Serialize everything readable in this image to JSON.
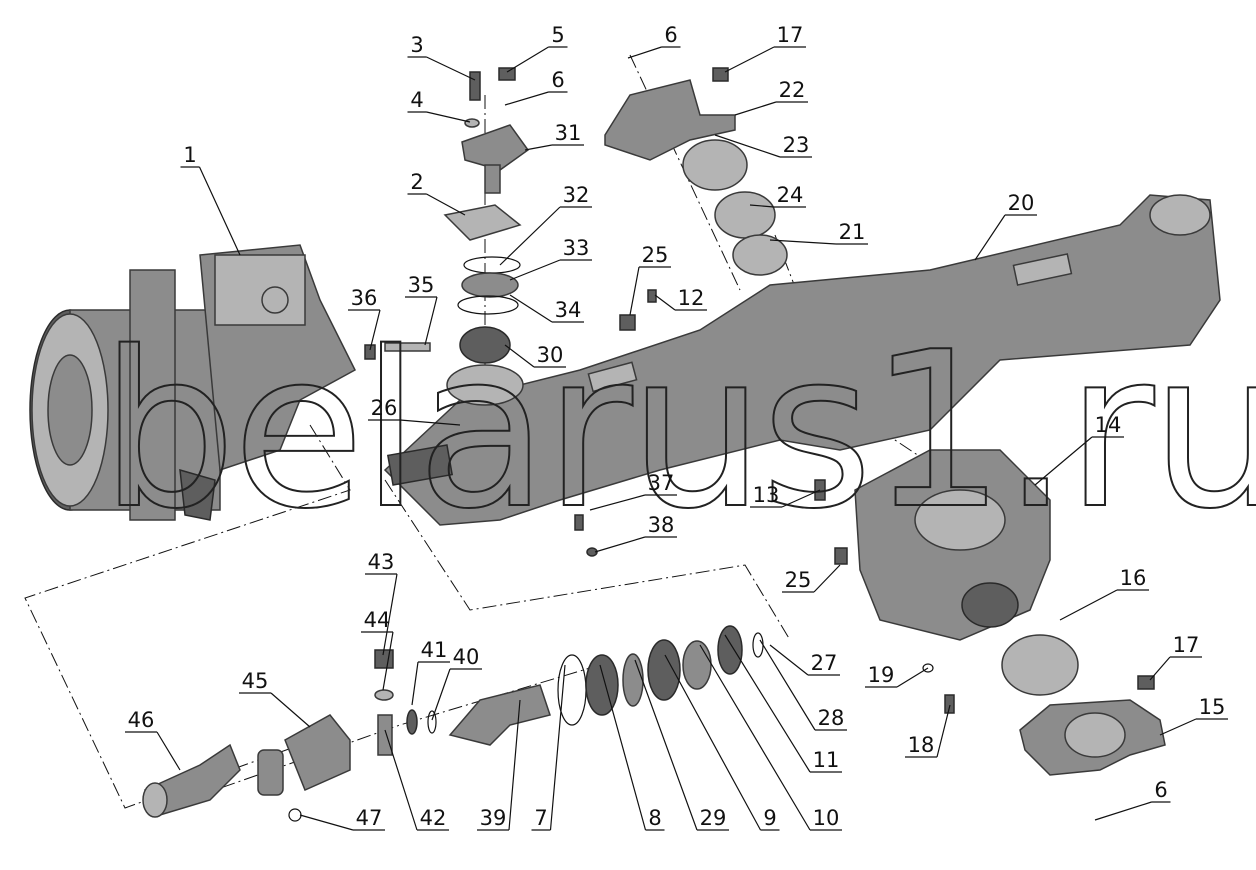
{
  "diagram": {
    "title": "Front drive axle exploded view",
    "watermark": "belarus1.ru",
    "callouts": [
      "1",
      "3",
      "5",
      "4",
      "6",
      "31",
      "2",
      "32",
      "33",
      "34",
      "30",
      "36",
      "35",
      "26",
      "6",
      "17",
      "22",
      "23",
      "24",
      "21",
      "20",
      "25",
      "12",
      "37",
      "38",
      "13",
      "14",
      "25",
      "16",
      "17",
      "15",
      "6",
      "19",
      "18",
      "27",
      "28",
      "11",
      "10",
      "9",
      "29",
      "8",
      "7",
      "39",
      "42",
      "41",
      "40",
      "43",
      "44",
      "45",
      "46",
      "47"
    ]
  }
}
